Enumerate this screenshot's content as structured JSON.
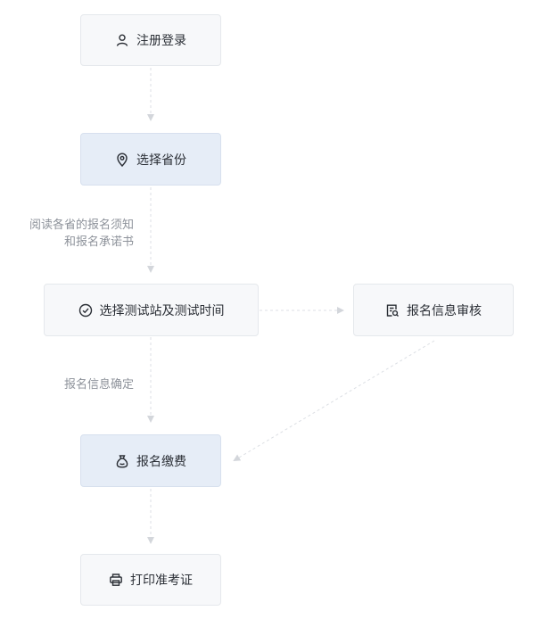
{
  "nodes": {
    "register": {
      "label": "注册登录",
      "icon": "user-icon"
    },
    "province": {
      "label": "选择省份",
      "icon": "map-pin-icon"
    },
    "test_site": {
      "label": "选择测试站及测试时间",
      "icon": "check-circle-icon"
    },
    "review": {
      "label": "报名信息审核",
      "icon": "document-review-icon"
    },
    "payment": {
      "label": "报名缴费",
      "icon": "money-bag-icon"
    },
    "print": {
      "label": "打印准考证",
      "icon": "printer-icon"
    }
  },
  "edge_labels": {
    "province_to_site": "阅读各省的报名须知\n和报名承诺书",
    "site_to_payment": "报名信息确定"
  },
  "colors": {
    "node_bg": "#f7f8fa",
    "node_highlight_bg": "#e6edf7",
    "connector": "#d6d9de",
    "label_text": "#8d929a"
  }
}
